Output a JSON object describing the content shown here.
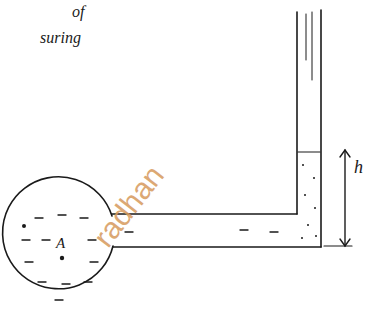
{
  "diagram": {
    "labels": [
      "of",
      "suring",
      "A",
      "h",
      "radhan"
    ]
  }
}
